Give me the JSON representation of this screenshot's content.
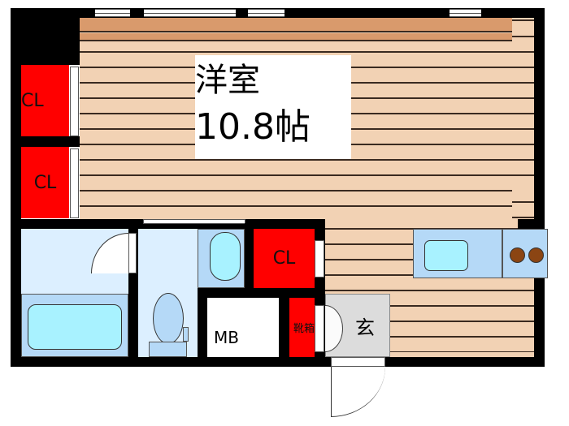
{
  "floorplan": {
    "rooms": {
      "western_room": {
        "name": "洋室",
        "size": "10.8帖"
      },
      "entrance": {
        "label": "玄"
      },
      "meter_box": {
        "label": "MB"
      },
      "shoe_box": {
        "label": "靴箱"
      }
    },
    "closets": [
      {
        "label": "CL"
      },
      {
        "label": "CL"
      },
      {
        "label": "CL"
      }
    ],
    "fixtures": [
      "bathtub",
      "toilet",
      "washbasin",
      "kitchen-sink",
      "stove-2-burner"
    ],
    "colors": {
      "wall": "#000000",
      "floor": "#f2d2b4",
      "floor_lines": "#3a2a20",
      "balcony_strip": "#d99a6c",
      "closet": "#ff0000",
      "wet_area": "#dcefff",
      "fixture": "#b5d9f7",
      "water": "#a8f2ff",
      "entrance": "#dcdcdc",
      "burner": "#8b4513"
    }
  }
}
